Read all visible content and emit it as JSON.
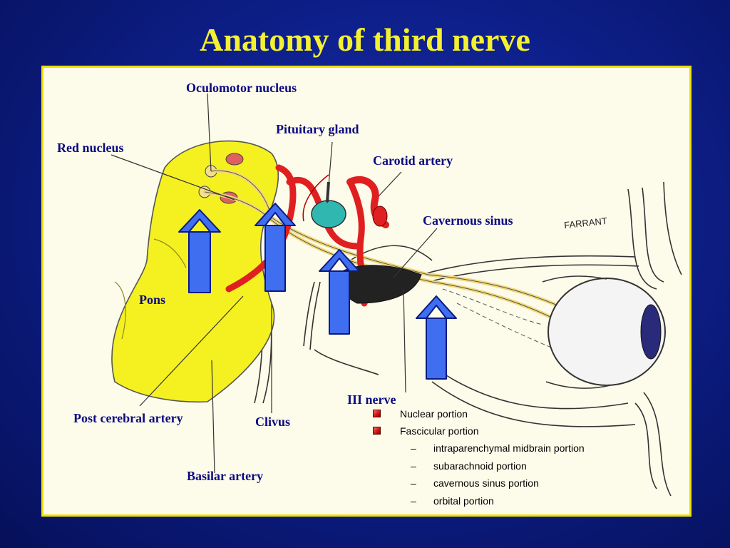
{
  "title": "Anatomy of third nerve",
  "labels": {
    "oculomotor_nucleus": "Oculomotor nucleus",
    "pituitary_gland": "Pituitary gland",
    "red_nucleus": "Red nucleus",
    "carotid_artery": "Carotid artery",
    "cavernous_sinus": "Cavernous sinus",
    "pons": "Pons",
    "iii_nerve": "III nerve",
    "post_cerebral_artery": "Post cerebral artery",
    "clivus": "Clivus",
    "basilar_artery": "Basilar artery",
    "signature": "FARRANT"
  },
  "bullets": {
    "items": [
      {
        "text": "Nuclear portion"
      },
      {
        "text": "Fascicular portion"
      }
    ],
    "subitems": [
      {
        "text": "intraparenchymal midbrain portion"
      },
      {
        "text": "subarachnoid portion"
      },
      {
        "text": "cavernous sinus portion"
      },
      {
        "text": "orbital portion"
      }
    ]
  },
  "colors": {
    "background": "#0d1f8a",
    "title": "#f5f030",
    "panel_border": "#f0e000",
    "panel_fill": "#fdfbea",
    "label_text": "#0a0a82",
    "arrow": "#3f6ef0",
    "artery": "#e02020",
    "brainstem": "#f5f020",
    "pituitary": "#30b8b0",
    "nerve": "#f2d878"
  },
  "icons": {
    "bullet": "red-square-bullet",
    "arrow": "up-arrow"
  }
}
